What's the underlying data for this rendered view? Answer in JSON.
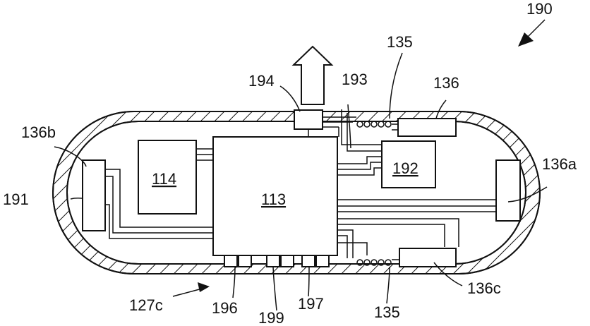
{
  "labels": {
    "device": "190",
    "housing": "191",
    "processor": "113",
    "memory": "114",
    "module_192": "192",
    "module_193": "193",
    "module_194": "194",
    "coil_top": "135",
    "coil_bottom": "135",
    "electrode_top": "136",
    "electrode_left": "136b",
    "electrode_right": "136a",
    "electrode_bottom": "136c",
    "view": "127c",
    "port_196": "196",
    "port_199": "199",
    "port_197": "197"
  }
}
